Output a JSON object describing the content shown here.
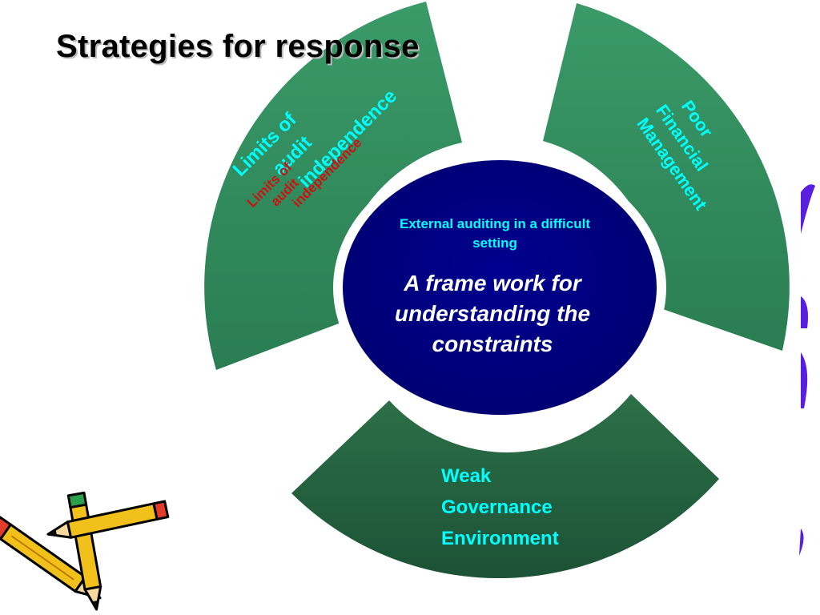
{
  "title": "Strategies for response",
  "segments": {
    "left": {
      "line1": "Limits of",
      "line2": "audit",
      "line3": "independence"
    },
    "left_overlay": {
      "line1": "Limits of",
      "line2": "audit",
      "line3": "independence"
    },
    "right": {
      "line1": "Poor",
      "line2": "Financial",
      "line3": "Management"
    },
    "bottom": {
      "line1": "Weak",
      "line2": "Governance",
      "line3": "Environment"
    }
  },
  "center": {
    "subtitle": "External auditing  in a difficult setting",
    "main": "A frame work for understanding the constraints"
  },
  "colors": {
    "segment_green_top": "#3a9a68",
    "segment_green_bottom": "#1d5a3a",
    "center_fill": "#000080",
    "label_cyan": "#00ffff",
    "overlay_red": "#cc1111",
    "edge_purple": "#5a1ee0"
  },
  "icons": [
    "pencils-clipart-icon"
  ]
}
